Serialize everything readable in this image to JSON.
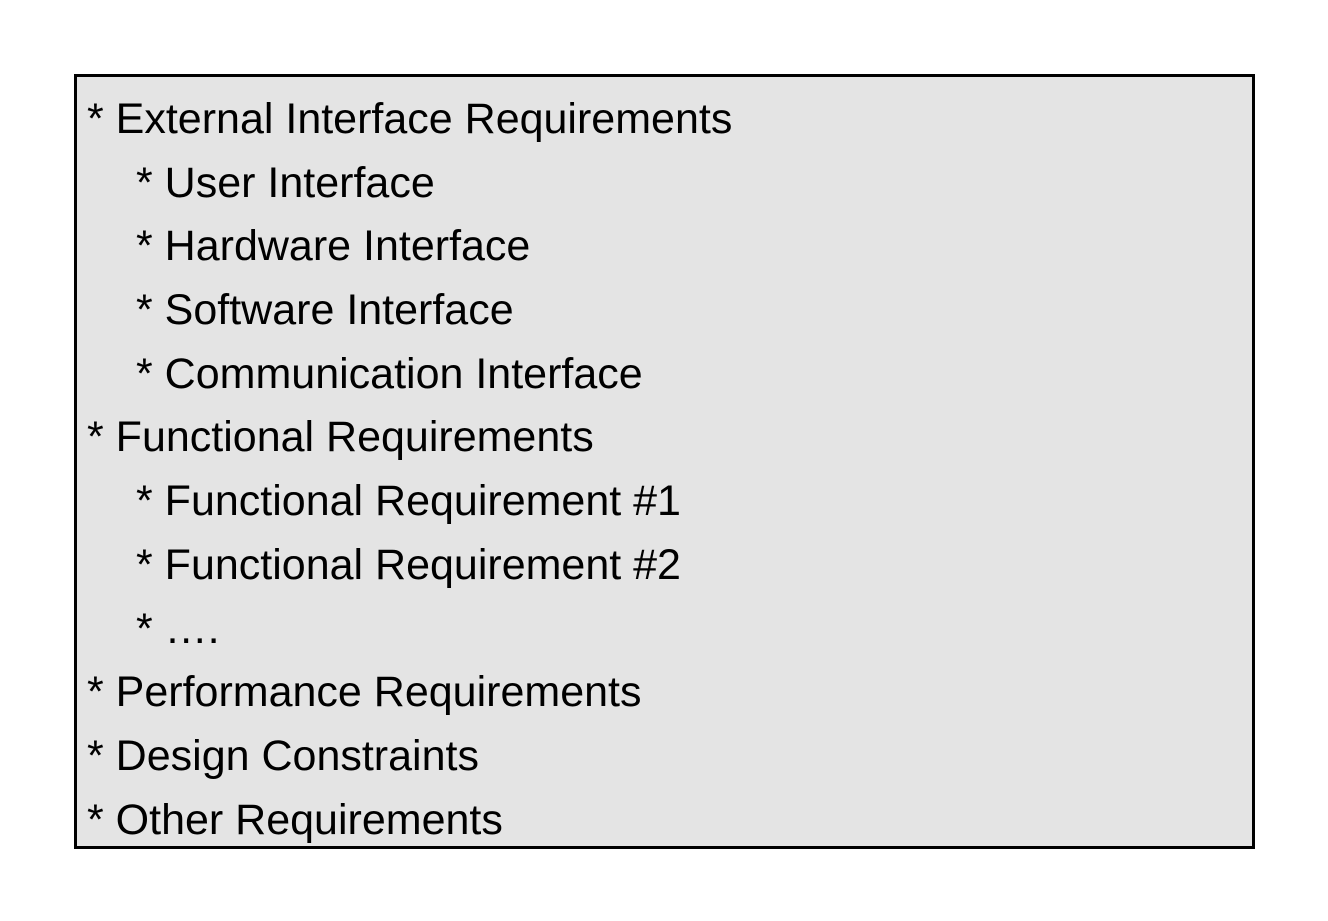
{
  "outline": {
    "items": [
      {
        "text": "* External Interface Requirements",
        "level": 0
      },
      {
        "text": "* User Interface",
        "level": 1
      },
      {
        "text": "* Hardware Interface",
        "level": 1
      },
      {
        "text": "* Software Interface",
        "level": 1
      },
      {
        "text": "* Communication Interface",
        "level": 1
      },
      {
        "text": "* Functional Requirements",
        "level": 0
      },
      {
        "text": "* Functional Requirement #1",
        "level": 1
      },
      {
        "text": "* Functional Requirement #2",
        "level": 1
      },
      {
        "text": "* ….",
        "level": 1
      },
      {
        "text": "* Performance Requirements",
        "level": 0
      },
      {
        "text": "* Design Constraints",
        "level": 0
      },
      {
        "text": "* Other Requirements",
        "level": 0
      }
    ],
    "colors": {
      "background": "#e4e4e4",
      "border": "#000000",
      "text": "#000000"
    }
  }
}
